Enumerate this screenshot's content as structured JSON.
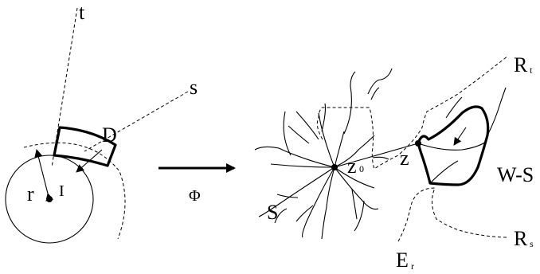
{
  "labels": {
    "t": "t",
    "D": "D",
    "s": "s",
    "r": "r",
    "I": "I",
    "Phi": "Φ",
    "S": "S",
    "z0_main": "z",
    "z0_sub": "0",
    "z": "z",
    "Rt_main": "R",
    "Rt_sub": "t",
    "WS": "W-S",
    "Rs_main": "R",
    "Rs_sub": "s",
    "Er_main": "E",
    "Er_sub": "r"
  }
}
